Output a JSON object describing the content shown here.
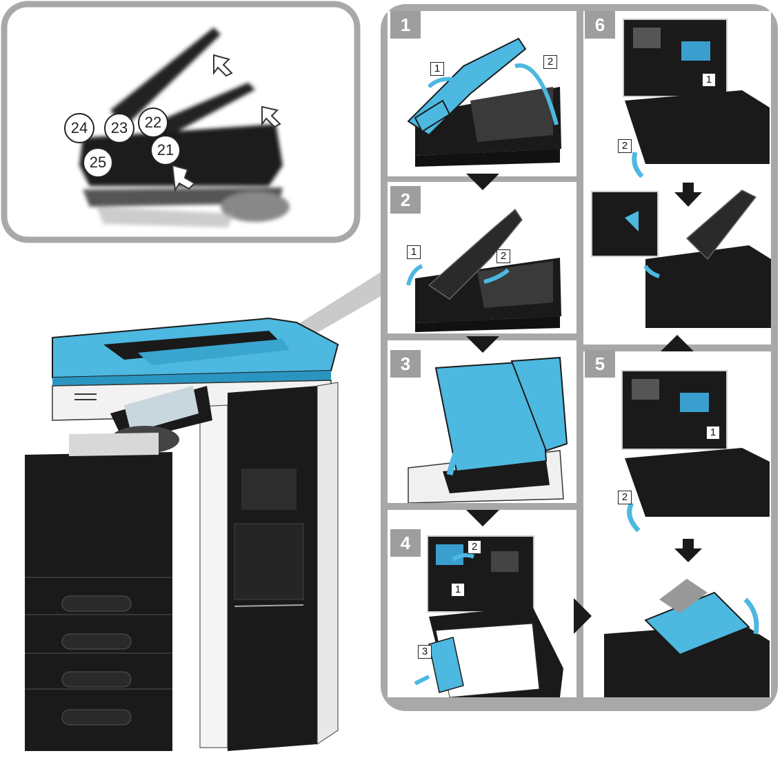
{
  "detail": {
    "callouts": [
      {
        "id": "24",
        "label": "24"
      },
      {
        "id": "23",
        "label": "23"
      },
      {
        "id": "22",
        "label": "22"
      },
      {
        "id": "21",
        "label": "21"
      },
      {
        "id": "25",
        "label": "25"
      }
    ]
  },
  "steps": [
    {
      "number": "1",
      "markers": [
        "1",
        "2"
      ]
    },
    {
      "number": "2",
      "markers": [
        "1",
        "2"
      ]
    },
    {
      "number": "3",
      "markers": []
    },
    {
      "number": "4",
      "markers": [
        "2",
        "1",
        "3"
      ]
    },
    {
      "number": "5",
      "markers": [
        "1",
        "2"
      ]
    },
    {
      "number": "6",
      "markers": [
        "1",
        "2"
      ]
    }
  ],
  "colors": {
    "accent": "#4db8e0",
    "frame": "#a8a8a8",
    "badge": "#9e9e9e",
    "machine": "#1a1a1a"
  }
}
